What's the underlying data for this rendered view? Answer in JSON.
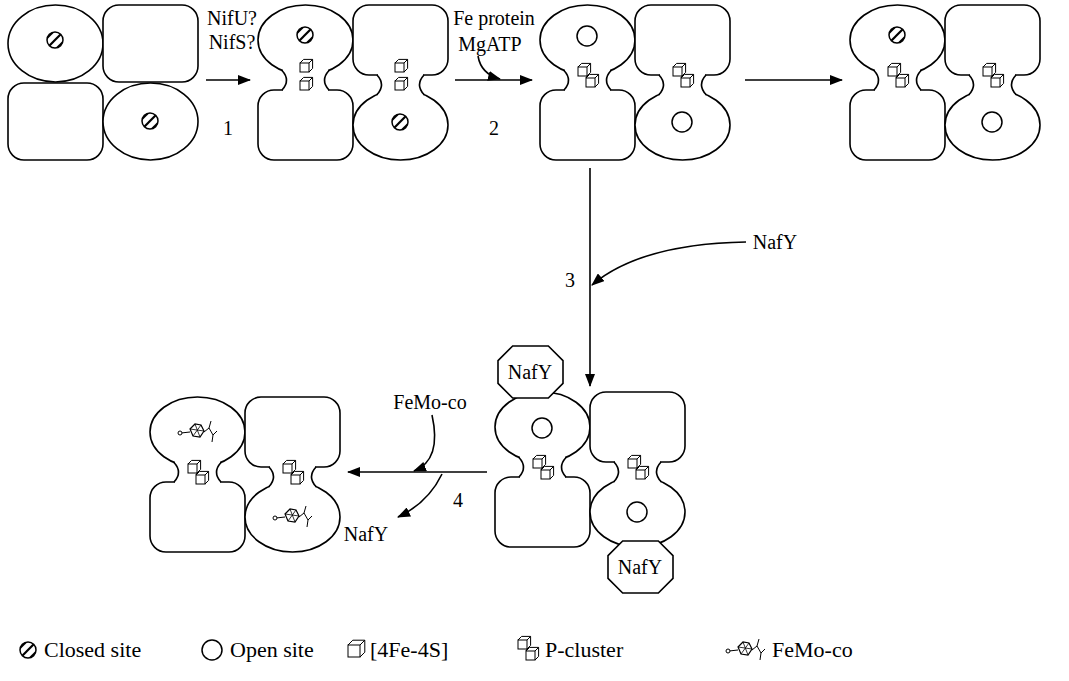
{
  "diagram": {
    "nodes": [
      {
        "text": [
          "NafY"
        ]
      },
      {
        "text": [
          "NafY"
        ]
      }
    ],
    "labels": [
      "NifU?",
      "NifS?",
      "1",
      "Fe protein",
      "MgATP",
      "2",
      "NafY",
      "3",
      "FeMo-co",
      "4",
      "NafY"
    ],
    "legend": [
      {
        "text": "Closed site"
      },
      {
        "text": "Open site"
      },
      {
        "text": "[4Fe-4S]"
      },
      {
        "text": "P-cluster"
      },
      {
        "text": "FeMo-co"
      }
    ]
  }
}
